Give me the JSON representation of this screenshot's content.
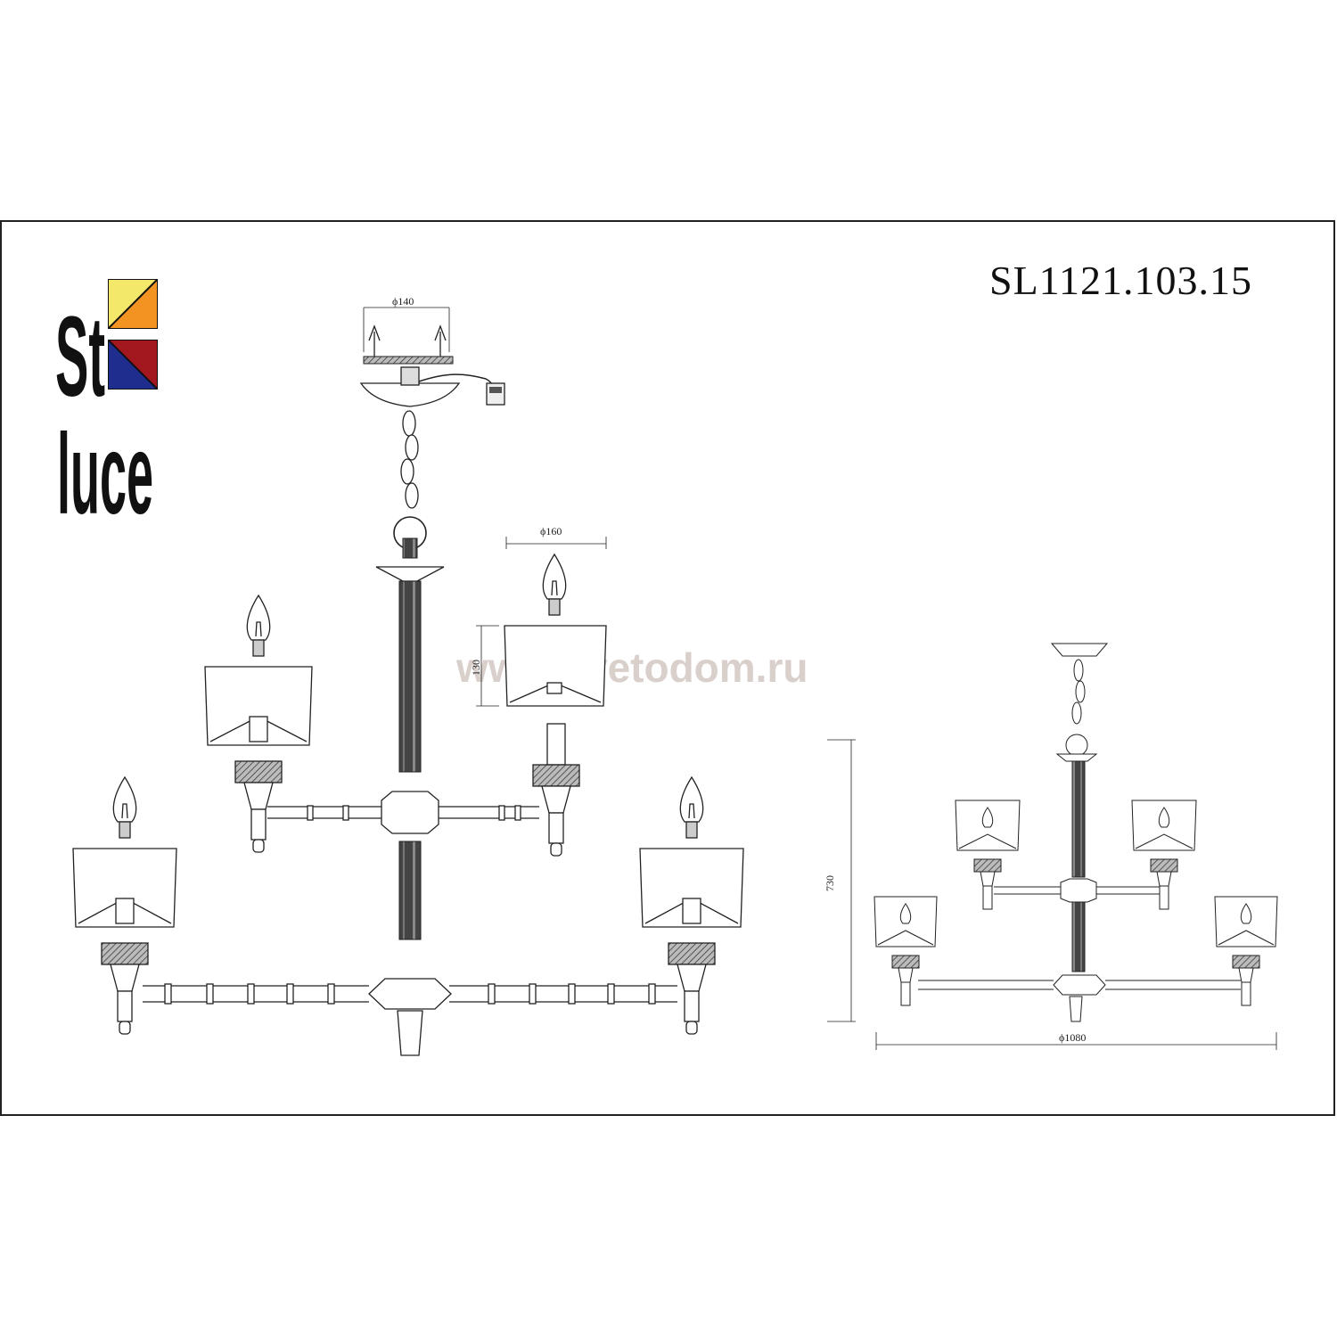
{
  "brand": {
    "wordmark_top": "St",
    "wordmark_bottom": "luce",
    "logo_colors": [
      "#f4e86a",
      "#f29322",
      "#a3171e",
      "#1f2d8e"
    ]
  },
  "model_number": "SL1121.103.15",
  "watermark": "www.svetodom.ru",
  "dimensions": {
    "canopy_diameter": "ϕ140",
    "shade_diameter": "ϕ160",
    "shade_height": "130",
    "total_height": "730",
    "total_diameter": "ϕ1080"
  }
}
